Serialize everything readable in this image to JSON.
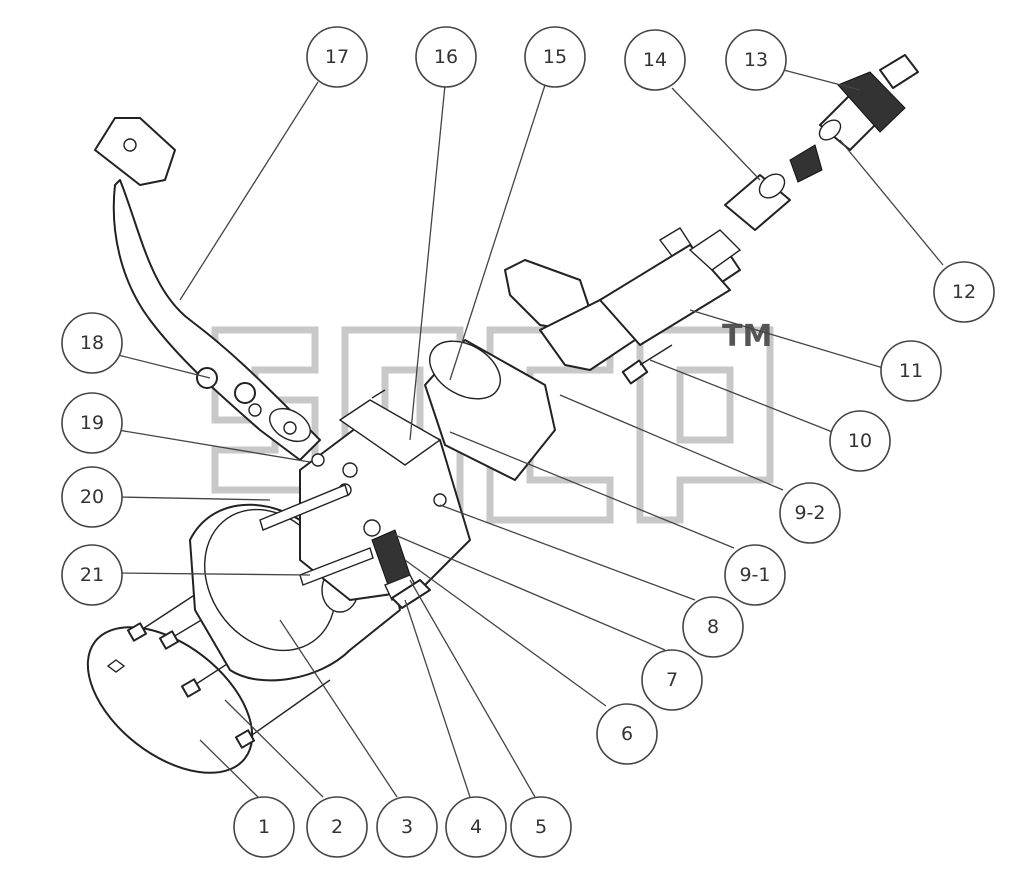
{
  "diagram": {
    "watermark_mark": "TM",
    "callouts": [
      {
        "id": "c1",
        "label": "1"
      },
      {
        "id": "c2",
        "label": "2"
      },
      {
        "id": "c3",
        "label": "3"
      },
      {
        "id": "c4",
        "label": "4"
      },
      {
        "id": "c5",
        "label": "5"
      },
      {
        "id": "c6",
        "label": "6"
      },
      {
        "id": "c7",
        "label": "7"
      },
      {
        "id": "c8",
        "label": "8"
      },
      {
        "id": "c9-1",
        "label": "9-1"
      },
      {
        "id": "c9-2",
        "label": "9-2"
      },
      {
        "id": "c10",
        "label": "10"
      },
      {
        "id": "c11",
        "label": "11"
      },
      {
        "id": "c12",
        "label": "12"
      },
      {
        "id": "c13",
        "label": "13"
      },
      {
        "id": "c14",
        "label": "14"
      },
      {
        "id": "c15",
        "label": "15"
      },
      {
        "id": "c16",
        "label": "16"
      },
      {
        "id": "c17",
        "label": "17"
      },
      {
        "id": "c18",
        "label": "18"
      },
      {
        "id": "c19",
        "label": "19"
      },
      {
        "id": "c20",
        "label": "20"
      },
      {
        "id": "c21",
        "label": "21"
      }
    ]
  }
}
